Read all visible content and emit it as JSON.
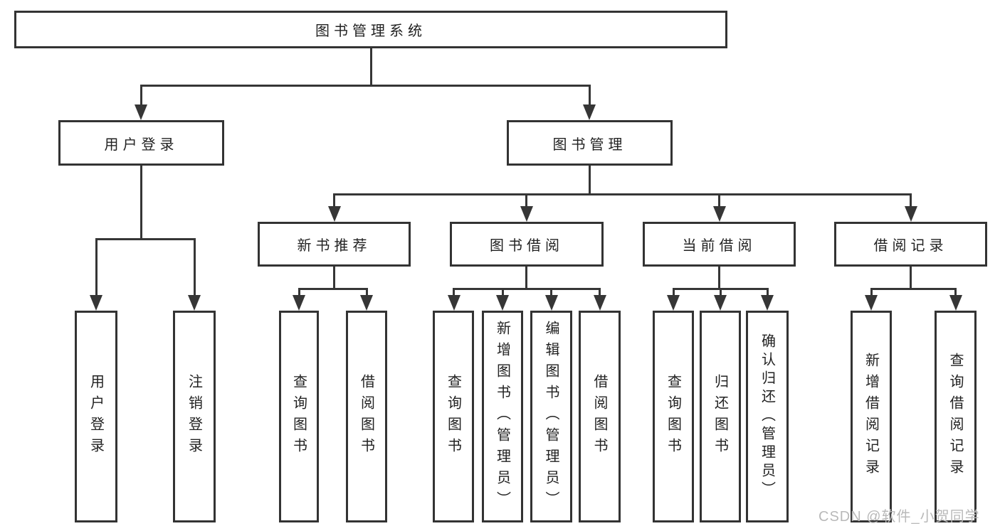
{
  "diagram": {
    "root": {
      "label": "图书管理系统"
    },
    "branches": [
      {
        "label": "用户登录",
        "children": [
          {
            "label": "用户登录"
          },
          {
            "label": "注销登录"
          }
        ]
      },
      {
        "label": "图书管理",
        "children": [
          {
            "label": "新书推荐",
            "children": [
              {
                "label": "查询图书"
              },
              {
                "label": "借阅图书"
              }
            ]
          },
          {
            "label": "图书借阅",
            "children": [
              {
                "label": "查询图书"
              },
              {
                "label": "新增图书（管理员）"
              },
              {
                "label": "编辑图书（管理员）"
              },
              {
                "label": "借阅图书"
              }
            ]
          },
          {
            "label": "当前借阅",
            "children": [
              {
                "label": "查询图书"
              },
              {
                "label": "归还图书"
              },
              {
                "label": "确认归还（管理员）"
              }
            ]
          },
          {
            "label": "借阅记录",
            "children": [
              {
                "label": "新增借阅记录"
              },
              {
                "label": "查询借阅记录"
              }
            ]
          }
        ]
      }
    ]
  },
  "watermark": {
    "text": "CSDN @软件_小贺同学"
  },
  "colors": {
    "line": "#363636",
    "box_border": "#333333",
    "text": "#222222",
    "watermark": "#b9b9b9",
    "background": "#ffffff"
  }
}
